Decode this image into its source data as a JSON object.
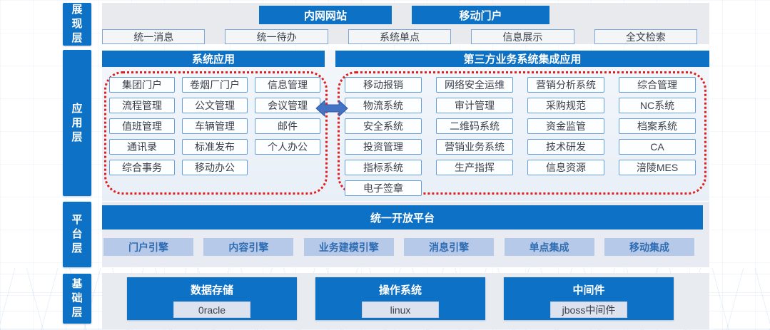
{
  "colors": {
    "brand_blue": "#0d71c5",
    "dotted_red": "#e02020",
    "engine_fill": "#b7c9e9",
    "engine_text": "#2f6db3",
    "box_border": "#63a0dc",
    "box_text": "#39404b"
  },
  "layers": {
    "presentation": {
      "label": "展现层",
      "portals": [
        "内网网站",
        "移动门户"
      ],
      "services": [
        "统一消息",
        "统一待办",
        "系统单点",
        "信息展示",
        "全文检索"
      ]
    },
    "application": {
      "label": "应用层",
      "system_header": "系统应用",
      "third_party_header": "第三方业务系统集成应用",
      "system_apps": [
        "集团门户",
        "卷烟厂门户",
        "信息管理",
        "流程管理",
        "公文管理",
        "会议管理",
        "值班管理",
        "车辆管理",
        "邮件",
        "通讯录",
        "标准发布",
        "个人办公",
        "综合事务",
        "移动办公"
      ],
      "third_party_apps": [
        "移动报销",
        "网络安全运维",
        "营销分析系统",
        "综合管理",
        "物流系统",
        "审计管理",
        "采购规范",
        "NC系统",
        "安全系统",
        "二维码系统",
        "资金监管",
        "档案系统",
        "投资管理",
        "营销业务系统",
        "技术研发",
        "CA",
        "指标系统",
        "生产指挥",
        "信息资源",
        "涪陵MES",
        "电子签章"
      ]
    },
    "platform": {
      "label": "平台层",
      "header": "统一开放平台",
      "engines": [
        "门户引擎",
        "内容引擎",
        "业务建模引擎",
        "消息引擎",
        "单点集成",
        "移动集成"
      ]
    },
    "base": {
      "label": "基础层",
      "groups": [
        {
          "title": "数据存储",
          "item": "0racle"
        },
        {
          "title": "操作系统",
          "item": "linux"
        },
        {
          "title": "中间件",
          "item": "jboss中间件"
        }
      ]
    }
  }
}
